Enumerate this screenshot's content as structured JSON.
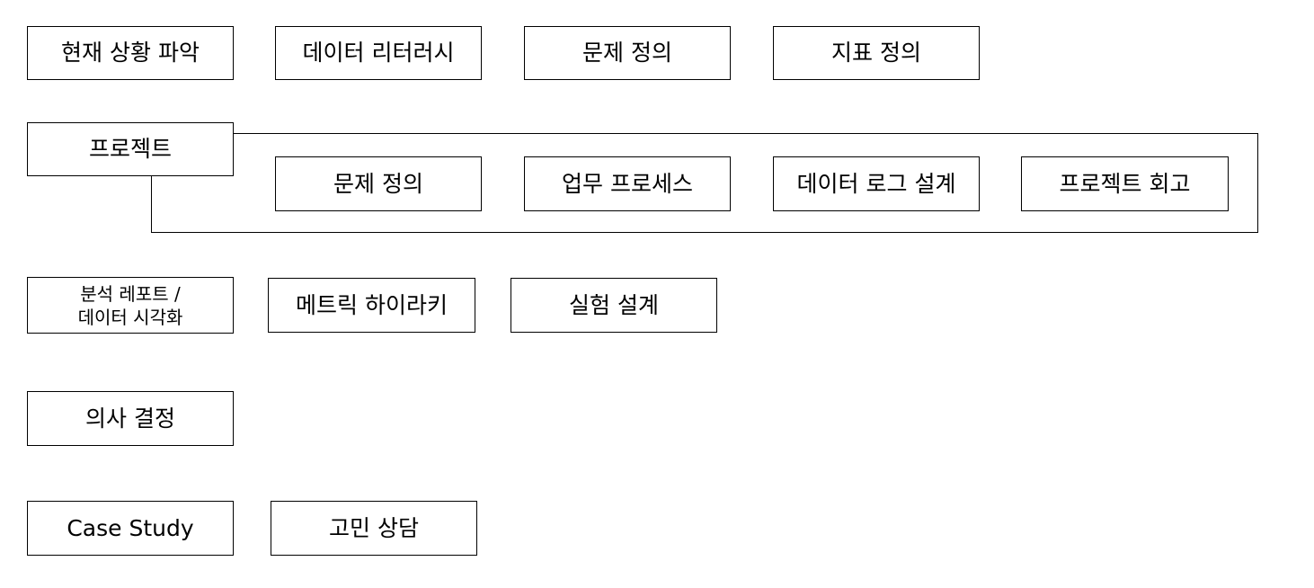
{
  "row1": {
    "situation": "현재 상황 파악",
    "literacy": "데이터 리터러시",
    "problem": "문제 정의",
    "metric": "지표 정의"
  },
  "project": {
    "title": "프로젝트",
    "items": [
      "문제 정의",
      "업무 프로세스",
      "데이터 로그 설계",
      "프로젝트 회고"
    ]
  },
  "row3": {
    "report_line1": "분석 레포트 /",
    "report_line2": "데이터 시각화",
    "hierarchy": "메트릭 하이라키",
    "experiment": "실험 설계"
  },
  "row4": {
    "decision": "의사 결정"
  },
  "row5": {
    "case_study": "Case Study",
    "consult": "고민 상담"
  }
}
